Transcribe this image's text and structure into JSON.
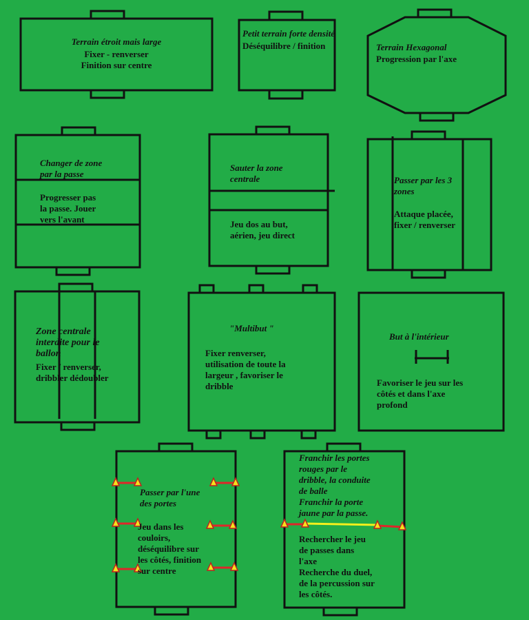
{
  "colors": {
    "background": "#22ac47",
    "line": "#111111",
    "gate_red": "#e0262a",
    "gate_yellow": "#f4f01c",
    "cone_fill": "#f4e21c",
    "cone_stroke": "#c02020"
  },
  "panels": [
    {
      "id": "p1",
      "title": "Terrain étroit mais large",
      "body": "Fixer - renverser\nFinition sur centre"
    },
    {
      "id": "p2",
      "title": "Petit terrain forte densité",
      "body": "Déséquilibre / finition"
    },
    {
      "id": "p3",
      "title": "Terrain Hexagonal",
      "body": "Progression par l'axe"
    },
    {
      "id": "p4",
      "title": "Changer de zone\npar la passe",
      "body": "Progresser pas\nla passe. Jouer\nvers l'avant"
    },
    {
      "id": "p5",
      "title": "Sauter  la zone\ncentrale",
      "body": "Jeu dos au but,\naérien, jeu direct"
    },
    {
      "id": "p6",
      "title": "Passer par les 3\nzones",
      "body": "Attaque placée,\nfixer / renverser"
    },
    {
      "id": "p7",
      "title": "Zone  centrale\ninterdite pour le\nballon",
      "body": "Fixer / renverser,\ndribbler dédoubler"
    },
    {
      "id": "p8",
      "title": "\"Multibut \"",
      "body": "Fixer renverser,\nutilisation de toute la\nlargeur , favoriser le\ndribble"
    },
    {
      "id": "p9",
      "title": "But à l'intérieur",
      "body": "Favoriser le jeu sur les\ncôtés et dans l'axe\nprofond"
    },
    {
      "id": "p10",
      "title": "Passer par l'une\ndes portes",
      "body": " Jeu dans les\ncouloirs,\ndéséquilibre sur\nles côtés, finition\nsur centre"
    },
    {
      "id": "p11",
      "title": "Franchir les portes\nrouges par le\ndribble, la conduite\nde balle\nFranchir la porte\njaune par la passe.",
      "body": "Rechercher le jeu\nde passes dans\nl'axe\nRecherche du duel,\nde la percussion sur\nles côtés."
    }
  ]
}
